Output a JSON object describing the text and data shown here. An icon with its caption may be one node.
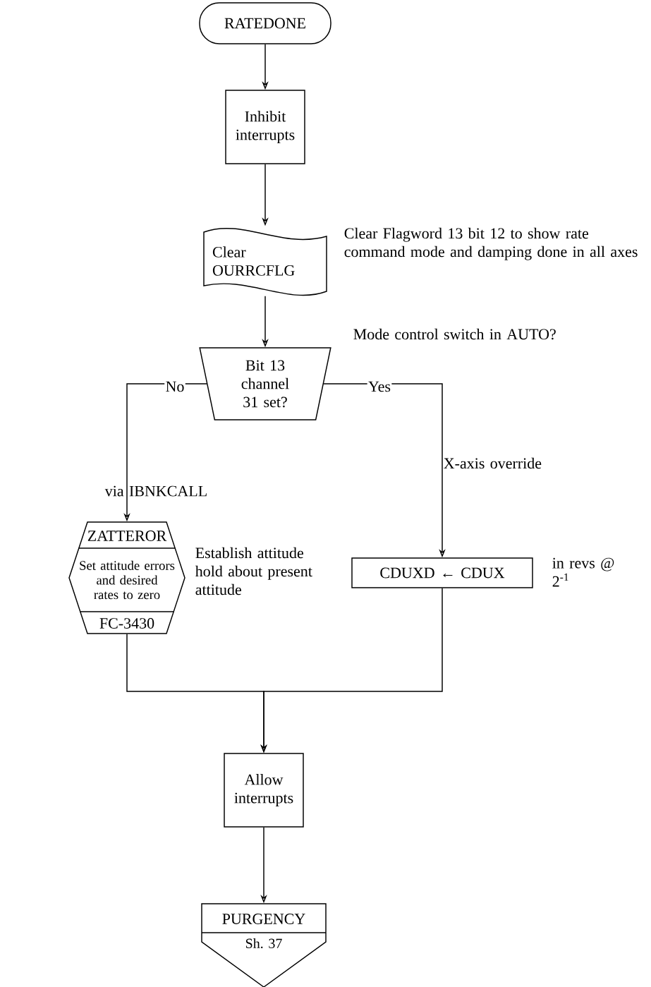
{
  "diagram": {
    "nodes": [
      {
        "text": [
          "RATEDONE"
        ]
      },
      {
        "text": [
          "Inhibit interrupts"
        ]
      },
      {
        "text": [
          "Clear OURRCFLG"
        ],
        "beside": [
          "Clear Flagword 13 bit 12 to show rate command mode and damping done in all axes"
        ]
      },
      {
        "text": [
          "Bit 13 channel 31 set?"
        ],
        "beside": [
          "Mode control switch in AUTO?"
        ]
      },
      {
        "text": [
          "ZATTEROR",
          "Set attitude errors and desired rates to zero",
          "FC-3430"
        ],
        "beside": [
          "Establish attitude hold about present attitude"
        ]
      },
      {
        "text": [
          "CDUXD ← CDUX"
        ],
        "beside": [
          "in revs @ 2$^{-1}$"
        ]
      },
      {
        "text": [
          "Allow interrupts"
        ]
      },
      {
        "text": [
          "PURGENCY",
          "Sh. 37"
        ]
      }
    ],
    "edges": [
      {
        "from": 0,
        "to": 1,
        "arrow": "to"
      },
      {
        "from": 1,
        "to": 2,
        "arrow": "to"
      },
      {
        "from": 2,
        "to": 3,
        "arrow": "to"
      },
      {
        "from": 3,
        "to": 4,
        "arrow": "to",
        "label": "No"
      },
      {
        "from": 3,
        "to": 5,
        "arrow": "to",
        "label": "Yes"
      },
      {
        "from": 4,
        "to": 6,
        "arrow": "to"
      },
      {
        "from": 5,
        "to": 6,
        "arrow": "to"
      },
      {
        "from": 6,
        "to": 7,
        "arrow": "to"
      }
    ],
    "labels": [
      "X-axis override",
      "via IBNKCALL"
    ]
  }
}
